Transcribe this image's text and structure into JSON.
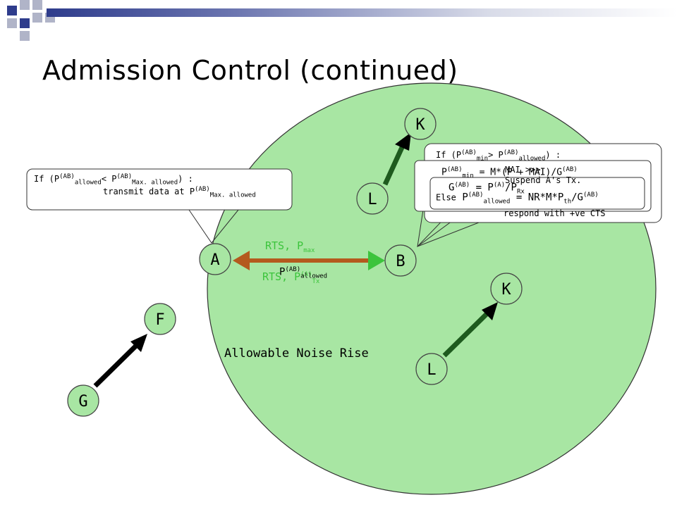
{
  "title": "Admission Control (continued)",
  "nodes": {
    "A": "A",
    "B": "B",
    "K1": "K",
    "L1": "L",
    "K2": "K",
    "L2": "L",
    "F": "F",
    "G": "G"
  },
  "labels": {
    "rts_top_main": "RTS, P",
    "rts_top_sub": "max",
    "rts_bottom_main": "RTS, P",
    "rts_bottom_sup": "(A)",
    "rts_bottom_sub": "Tx",
    "p_allowed_main": "P",
    "p_allowed_sup": "(AB)",
    "p_allowed_sub": "allowed",
    "noise_rise": "Allowable Noise Rise"
  },
  "callout_a": {
    "if_text": "If (P",
    "sup1": "(AB)",
    "sub1": "allowed",
    "lt": "< P",
    "sup2": "(AB)",
    "sub2": "Max. allowed",
    "close": ") :",
    "line2": "transmit data at P",
    "line2_sup": "(AB)",
    "line2_sub": "Max. allowed"
  },
  "callout_b": {
    "line1_if": "If (P",
    "line1_sup1": "(AB)",
    "line1_sub1": "min",
    "line1_gt": "> P",
    "line1_sup2": "(AB)",
    "line1_sub2": "allowed",
    "line1_close": ") :",
    "line2_p": "P",
    "line2_sup": "(AB)",
    "line2_sub": "min",
    "line2_eq": "= M*(P",
    "line2_rest": "+ MAI)/G",
    "line2_sup2": "(AB)",
    "line3": "MAI >>>",
    "line4": "Suspend A's Tx.",
    "line5_g": "G",
    "line5_sup": "(AB)",
    "line5_eq": "= P",
    "line5_sup2": "(A)",
    "line5_rest": "/P",
    "line5_sub": "Rx",
    "line6_else": "Else",
    "line6_p": "P",
    "line6_sup": "(AB)",
    "line6_sub": "allowed",
    "line6_eq": "= NR*M*P",
    "line6_sub2": "th",
    "line6_rest": "/G",
    "line6_sup2": "(AB)",
    "line7": "respond with +ve CTS"
  },
  "colors": {
    "circle_fill": "#a8e6a3",
    "node_fill": "#a8e6a3",
    "link_arrow": "#1e5a1e",
    "rts_arrow": "#b45a1e",
    "green_text": "#3cc43c",
    "deco_blue": "#2e3c8c",
    "deco_gray": "#b0b4c8"
  }
}
